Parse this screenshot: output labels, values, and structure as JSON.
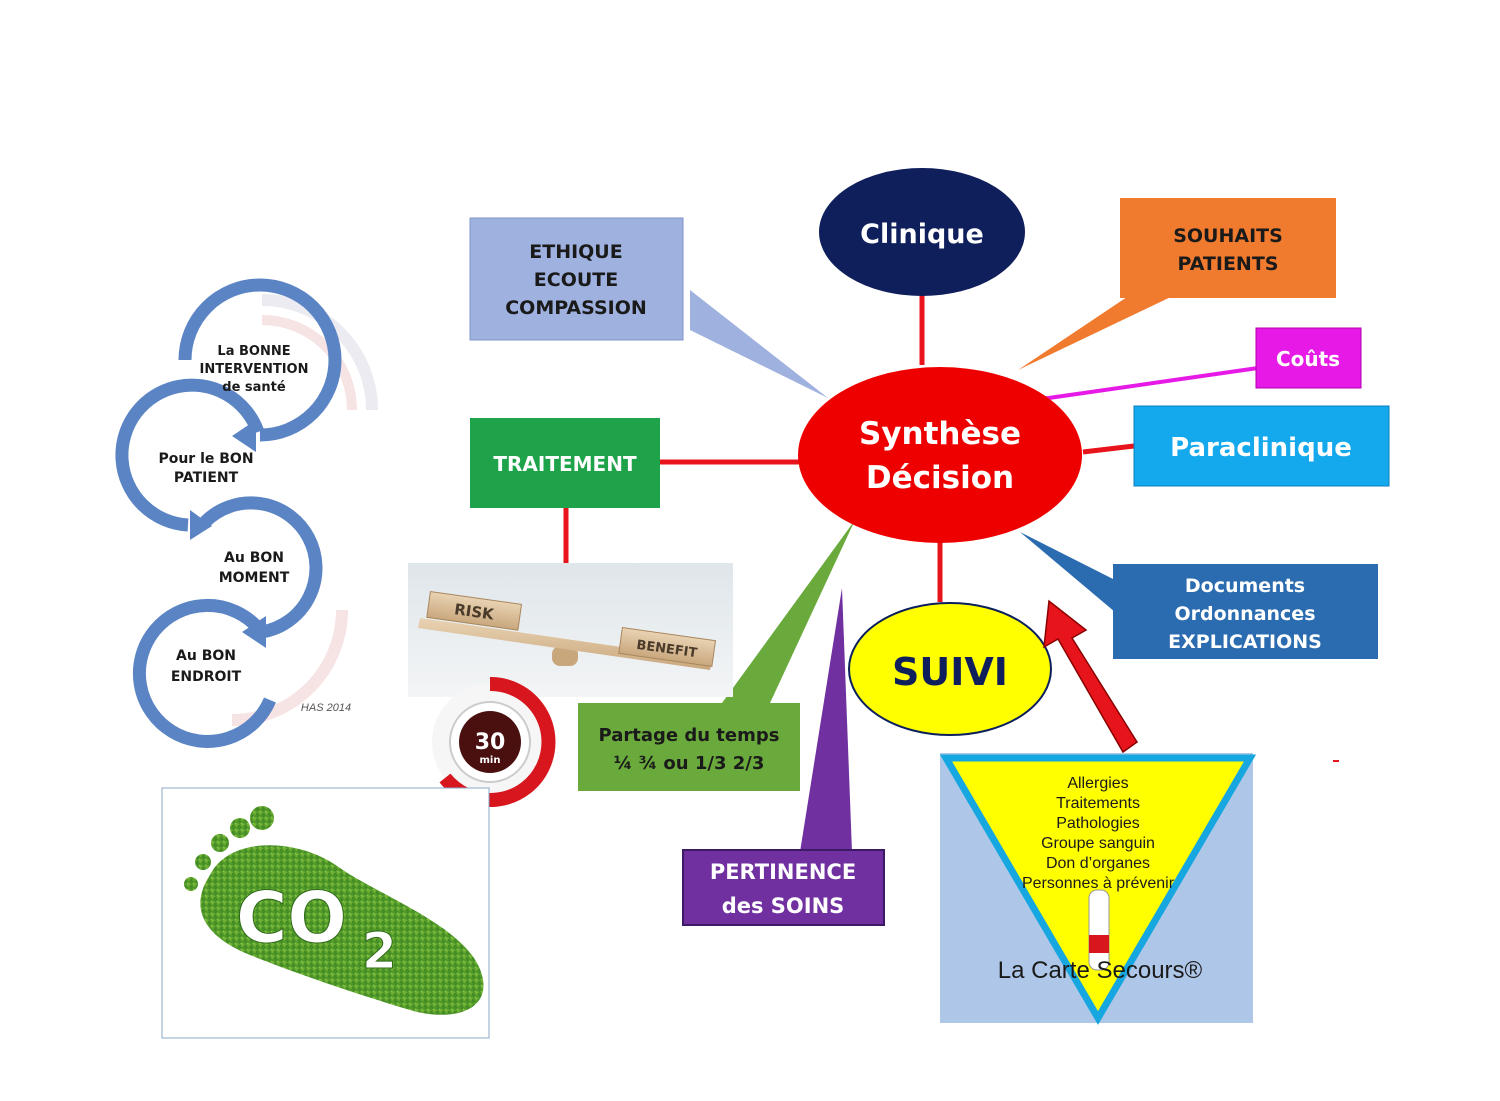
{
  "center": {
    "line1": "Synthèse",
    "line2": "Décision"
  },
  "clinique": "Clinique",
  "souhaits": {
    "line1": "SOUHAITS",
    "line2": "PATIENTS"
  },
  "couts": "Coûts",
  "paraclinique": "Paraclinique",
  "documents": {
    "line1": "Documents",
    "line2": "Ordonnances",
    "line3": "EXPLICATIONS"
  },
  "suivi": "SUIVI",
  "ethique": {
    "line1": "ETHIQUE",
    "line2": "ECOUTE",
    "line3": "COMPASSION"
  },
  "traitement": "TRAITEMENT",
  "risk_benefit": {
    "risk": "RISK",
    "benefit": "BENEFIT"
  },
  "partage": {
    "line1": "Partage du temps",
    "line2": "¼ ¾ ou 1/3 2/3"
  },
  "timer": {
    "value": "30",
    "unit": "min"
  },
  "pertinence": {
    "line1": "PERTINENCE",
    "line2": "des SOINS"
  },
  "cycle": {
    "step1": {
      "line1": "La BONNE",
      "line2": "INTERVENTION",
      "line3": "de santé"
    },
    "step2": {
      "line1": "Pour le BON",
      "line2": "PATIENT"
    },
    "step3": {
      "line1": "Au BON",
      "line2": "MOMENT"
    },
    "step4": {
      "line1": "Au BON",
      "line2": "ENDROIT"
    },
    "source": "HAS 2014"
  },
  "co2": {
    "main": "CO",
    "sub": "2"
  },
  "carte_secours": {
    "items": [
      "Allergies",
      "Traitements",
      "Pathologies",
      "Groupe sanguin",
      "Don d’organes",
      "Personnes à prévenir"
    ],
    "title": "La Carte Secours®"
  },
  "colors": {
    "center": "#ee0000",
    "clinique": "#0f1f5c",
    "souhaits": "#f07a2e",
    "couts": "#e619e6",
    "paraclinique": "#13a9ec",
    "documents": "#2b6cb0",
    "suivi": "#ffff00",
    "ethique": "#9eb1df",
    "traitement": "#1fa34a",
    "partage": "#6aaa3c",
    "pertinence": "#7030a0",
    "connector": "#e8141c",
    "cycle_arrow": "#5b84c4"
  }
}
